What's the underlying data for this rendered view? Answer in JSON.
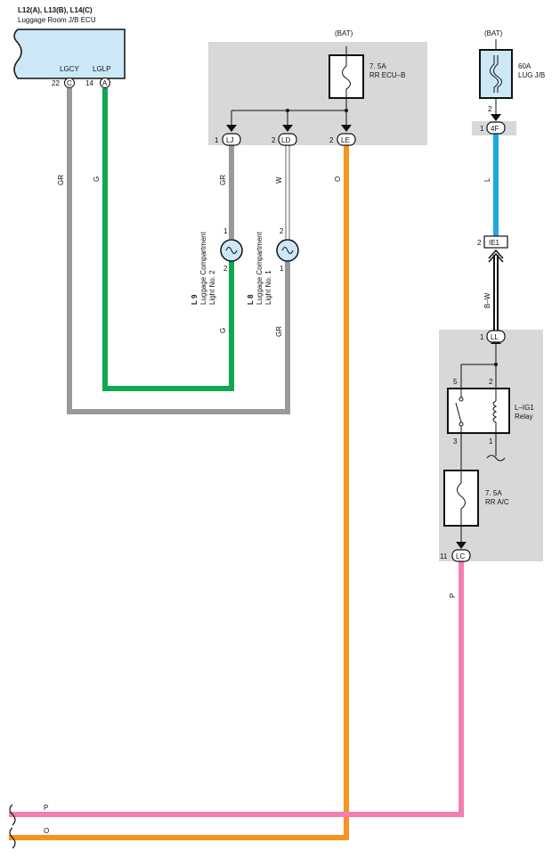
{
  "ecu": {
    "code": "L12(A), L13(B), L14(C)",
    "name": "Luggage Room J/B ECU",
    "pin_lgcy": {
      "label": "LGCY",
      "num": "22",
      "conn": "C"
    },
    "pin_lglp": {
      "label": "LGLP",
      "num": "14",
      "conn": "A"
    }
  },
  "fuse_ecu_b": {
    "supply": "(BAT)",
    "rating": "7. 5A",
    "name": "RR ECU–B"
  },
  "fuse_lug": {
    "supply": "(BAT)",
    "rating": "60A",
    "name": "LUG J/B",
    "pin": "2"
  },
  "connectors": {
    "lj": {
      "num": "1",
      "code": "LJ"
    },
    "ld": {
      "num": "2",
      "code": "LD"
    },
    "le": {
      "num": "2",
      "code": "LE"
    },
    "f4": {
      "num": "1",
      "code": "4F"
    },
    "ie1": {
      "num": "2",
      "code": "IE1"
    },
    "ll": {
      "num": "1",
      "code": "LL"
    },
    "lc": {
      "num": "11",
      "code": "LC"
    }
  },
  "lamps": {
    "l9": {
      "code": "L 9",
      "line1": "Luggage Compartment",
      "line2": "Light No. 2",
      "pin_top": "1",
      "pin_bottom": "2"
    },
    "l8": {
      "code": "L 8",
      "line1": "Luggage Compartment",
      "line2": "Light No. 1",
      "pin_top": "2",
      "pin_bottom": "1"
    }
  },
  "relay": {
    "name_line1": "L–IG1",
    "name_line2": "Relay",
    "pin5": "5",
    "pin2": "2",
    "pin3": "3",
    "pin1": "1"
  },
  "fuse_rr_ac": {
    "rating": "7. 5A",
    "name": "RR A/C"
  },
  "wire_labels": {
    "gr_ecu": "GR",
    "g_ecu": "G",
    "gr_lj": "GR",
    "w_ld": "W",
    "o_le": "O",
    "g_l9": "G",
    "gr_l8": "GR",
    "l_4f": "L",
    "bw": "B–W",
    "p_lc": "P",
    "p_bottom": "P",
    "o_bottom": "O"
  },
  "colors": {
    "gray_wire": "#999999",
    "green_wire": "#0fa84e",
    "orange_wire": "#f7931e",
    "blue_wire": "#1ea7e1",
    "pink_wire": "#f27fb2",
    "box_fill": "#d7d8da",
    "component_fill": "#cce8f7"
  }
}
